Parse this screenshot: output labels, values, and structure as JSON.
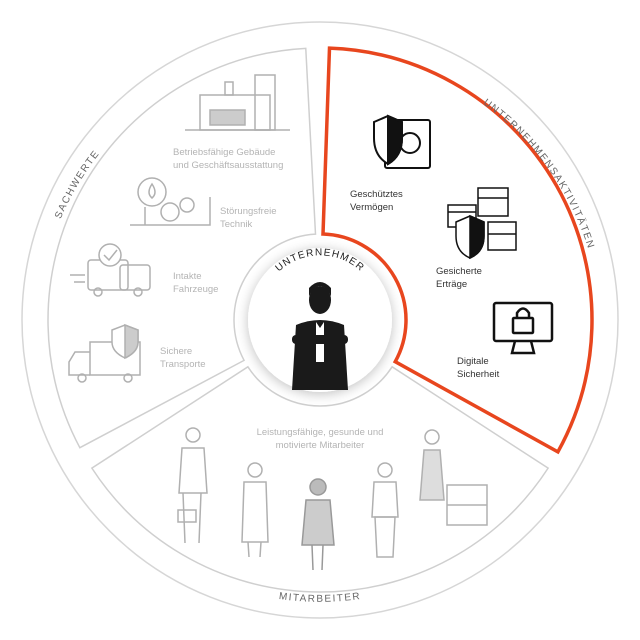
{
  "center": {
    "title": "UNTERNEHMER"
  },
  "segments": {
    "sachwerte": {
      "title": "SACHWERTE",
      "items": [
        {
          "label": "Betriebsfähige Gebäude\nund Geschäftsausstattung",
          "icon": "building-icon"
        },
        {
          "label": "Störungsfreie\nTechnik",
          "icon": "gears-icon"
        },
        {
          "label": "Intakte\nFahrzeuge",
          "icon": "vehicles-check-icon"
        },
        {
          "label": "Sichere\nTransporte",
          "icon": "truck-shield-icon"
        }
      ]
    },
    "unternehmensaktivitaeten": {
      "title": "UNTERNEHMENSAKTIVITÄTEN",
      "items": [
        {
          "label": "Geschütztes\nVermögen",
          "icon": "shield-safe-icon"
        },
        {
          "label": "Gesicherte\nErträge",
          "icon": "money-shield-icon"
        },
        {
          "label": "Digitale\nSicherheit",
          "icon": "monitor-lock-icon"
        }
      ]
    },
    "mitarbeiter": {
      "title": "MITARBEITER",
      "items": [
        {
          "label": "Leistungsfähige, gesunde und\nmotivierte Mitarbeiter",
          "icon": "employees-icon"
        }
      ]
    }
  },
  "colors": {
    "accent": "#e8461e",
    "muted": "#b4b4b4",
    "line": "#cfcfcf"
  }
}
